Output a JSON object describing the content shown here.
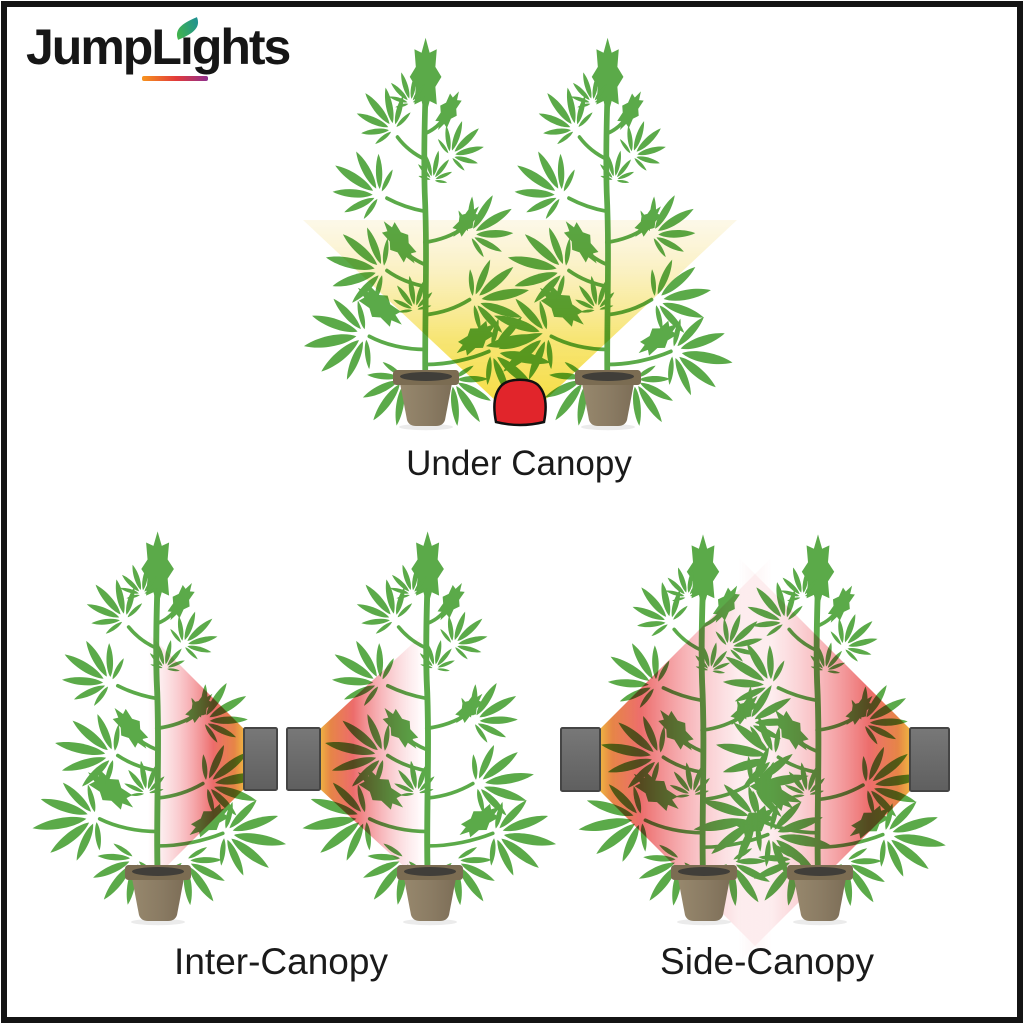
{
  "brand": {
    "name": "JumpLights",
    "wordmark": {
      "left": "JumpL",
      "i_dotless": "ı",
      "right": "ghts"
    }
  },
  "sections": [
    {
      "id": "under-canopy",
      "label": "Under Canopy",
      "plant_count": 2,
      "fixture_count": 1,
      "fixture_style": "red dome under-canopy light shining upward between two potted plants"
    },
    {
      "id": "inter-canopy",
      "label": "Inter-Canopy",
      "plant_count": 2,
      "fixture_count": 2,
      "fixture_style": "two gray panel lights between the plants shining outward into each canopy"
    },
    {
      "id": "side-canopy",
      "label": "Side-Canopy",
      "plant_count": 2,
      "fixture_count": 2,
      "fixture_style": "two gray panel lights at the outer sides shining inward at the canopy"
    }
  ],
  "palette": {
    "plant_green": "#5BAA49",
    "beam_yellow": "#F6DC3E",
    "beam_gold": "#EFB13C",
    "beam_orange": "#E57F3D",
    "beam_pink": "#EB6160",
    "fixture_red": "#E1252B",
    "fixture_gray": "#6C6C6C",
    "pot_body": "#887A62",
    "pot_rim": "#7B6C52",
    "soil": "#403E39",
    "frame_black": "#141414",
    "logo_underline": [
      "#F7941E",
      "#E23A3A",
      "#8E2F8E"
    ],
    "logo_leaf": [
      "#43B549",
      "#1F9193"
    ]
  }
}
